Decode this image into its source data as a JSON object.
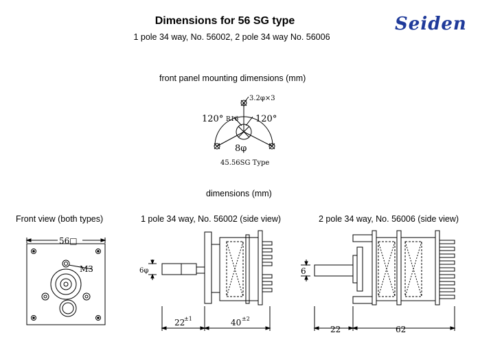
{
  "header": {
    "title": "Dimensions for 56 SG type",
    "subtitle": "1 pole 34 way, No. 56002, 2 pole 34 way No. 56006",
    "logo": "Seiden"
  },
  "mounting": {
    "label": "front panel mounting dimensions (mm)",
    "hole_spec": "3.2φ×3",
    "radius": "R16",
    "angle_left": "120°",
    "angle_right": "120°",
    "center_dia": "8φ",
    "type_caption": "45.56SG Type"
  },
  "dimensions_label": "dimensions (mm)",
  "views": {
    "front": {
      "label": "Front view (both types)",
      "width": "56□",
      "thread": "M3"
    },
    "side1": {
      "label": "1 pole 34 way, No. 56002 (side view)",
      "shaft_dia": "6φ",
      "shaft_len": "22",
      "shaft_tol": "±1",
      "body_len": "40",
      "body_tol": "±2"
    },
    "side2": {
      "label": "2 pole 34 way, No. 56006 (side view)",
      "shaft_dia": "6",
      "shaft_len": "22",
      "body_len": "62"
    }
  },
  "colors": {
    "logo": "#1f3a9a",
    "line": "#000000"
  }
}
